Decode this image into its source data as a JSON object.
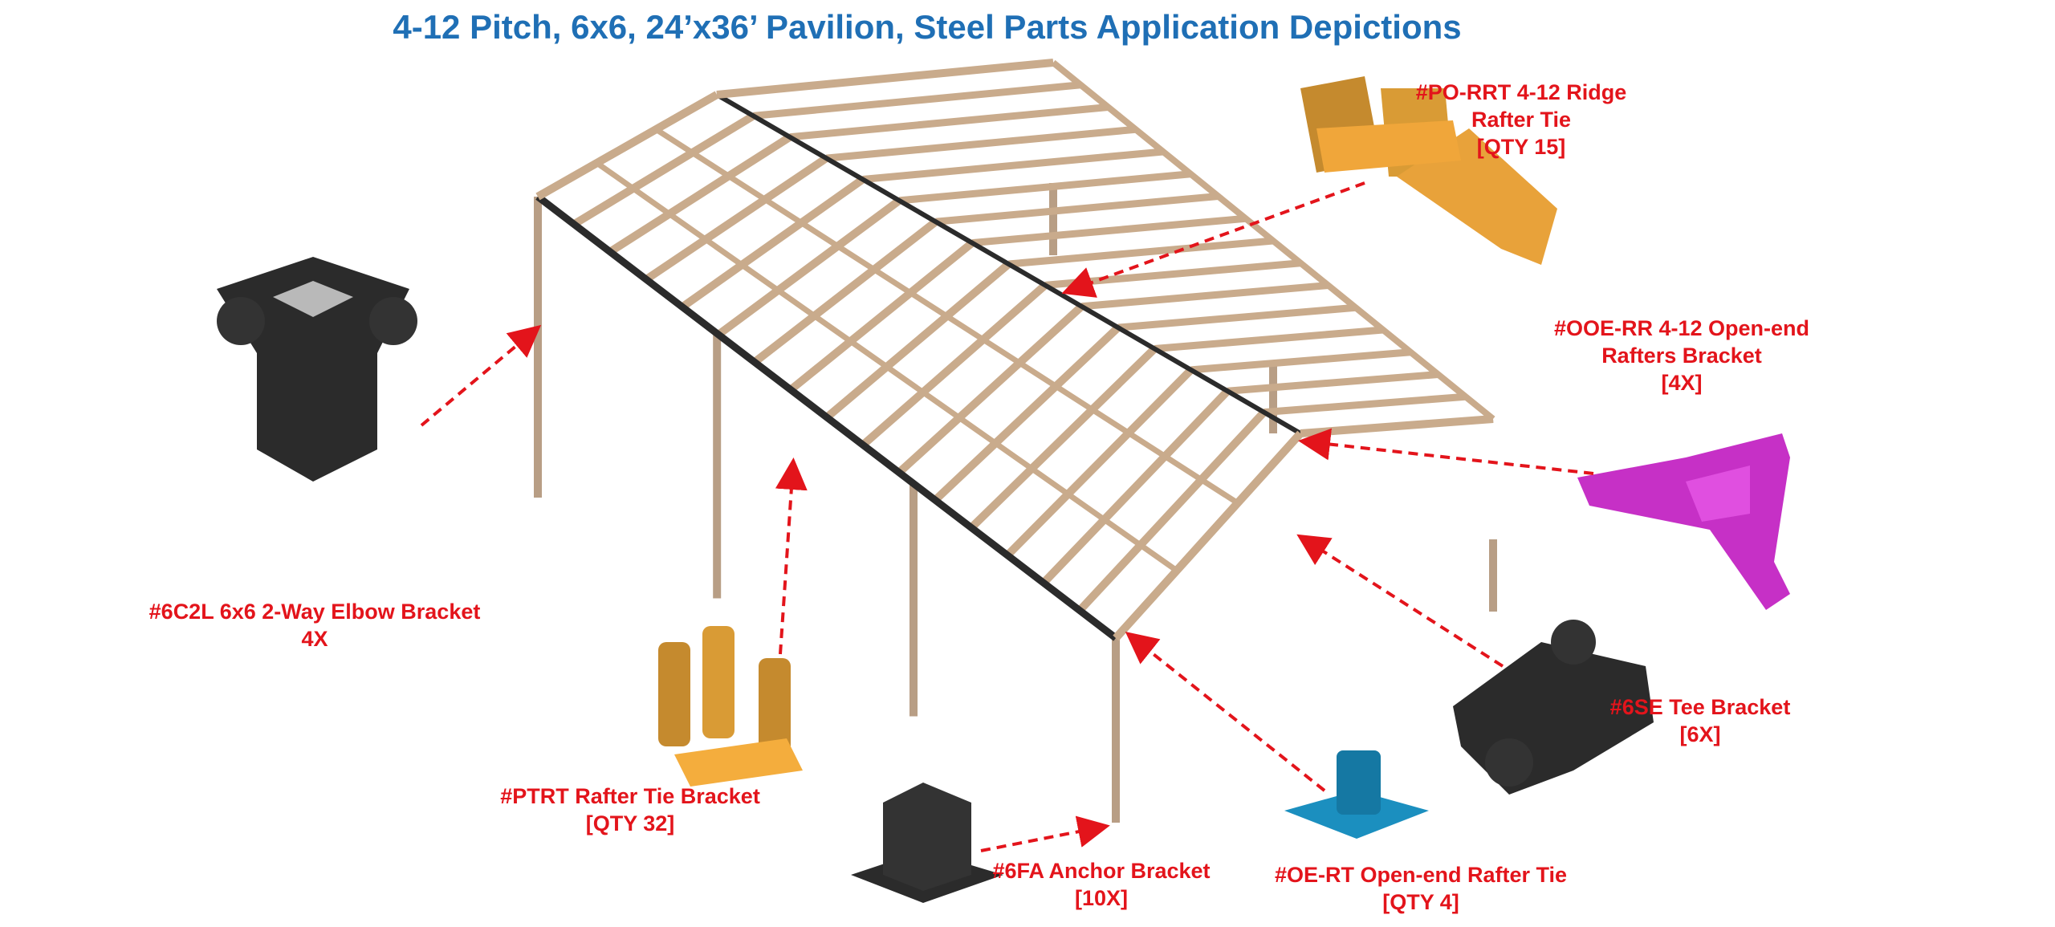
{
  "title": "4-12 Pitch, 6x6, 24’x36’ Pavilion, Steel Parts Application Depictions",
  "colors": {
    "title": "#1f6fb5",
    "label": "#e3141b",
    "wood": "#c9ab8c",
    "steel_black": "#2b2b2b",
    "orange": "#f0a63a",
    "blue": "#1b8fbf",
    "magenta": "#c630c6"
  },
  "parts": {
    "ridge_tie": {
      "line1": "#PO-RRT 4-12 Ridge",
      "line2": "Rafter Tie",
      "qty": "[QTY 15]"
    },
    "open_end_rafters": {
      "line1": "#OOE-RR 4-12 Open-end",
      "line2": "Rafters Bracket",
      "qty": "[4X]"
    },
    "elbow": {
      "line1": "#6C2L 6x6 2-Way Elbow Bracket",
      "qty": "4X"
    },
    "rafter_tie": {
      "line1": "#PTRT Rafter Tie Bracket",
      "qty": "[QTY 32]"
    },
    "anchor": {
      "line1": "#6FA Anchor Bracket",
      "qty": "[10X]"
    },
    "open_end_tie": {
      "line1": "#OE-RT Open-end Rafter Tie",
      "qty": "[QTY 4]"
    },
    "tee": {
      "line1": "#6SE Tee Bracket",
      "qty": "[6X]"
    }
  }
}
